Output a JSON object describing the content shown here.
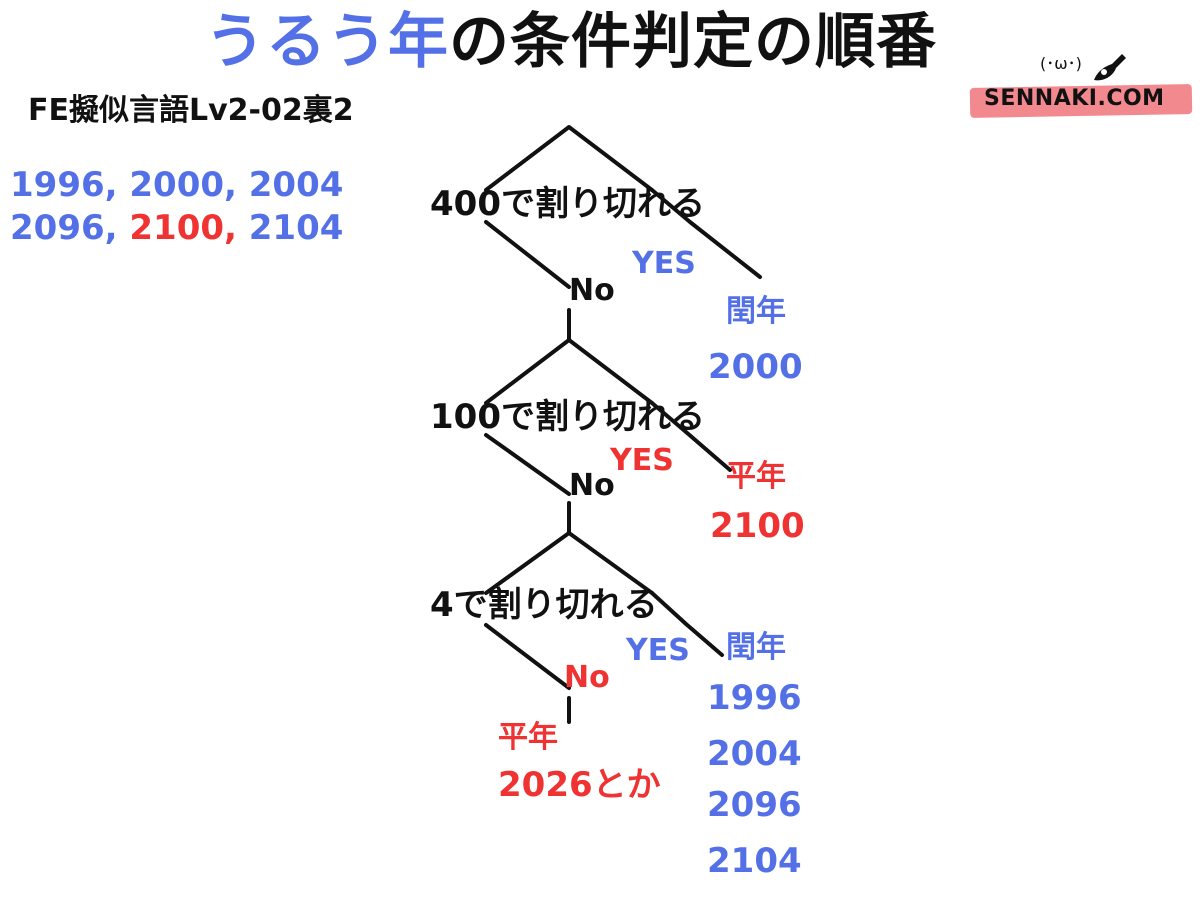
{
  "title": {
    "highlight": "うるう年",
    "rest": "の条件判定の順番"
  },
  "subtitle": "FE擬似言語Lv2-02裏2",
  "examples": {
    "line1": "1996, 2000, 2004",
    "line2_a": "2096, ",
    "line2_b": "2100,",
    "line2_c": " 2104"
  },
  "logo": {
    "text": "SENNAKI.COM",
    "face": "(･ω･)"
  },
  "flow": {
    "step1": {
      "condition": "400で割り切れる",
      "yes": "YES",
      "no": "No",
      "result": "閏年",
      "result_value": "2000"
    },
    "step2": {
      "condition": "100で割り切れる",
      "yes": "YES",
      "no": "No",
      "result": "平年",
      "result_value": "2100"
    },
    "step3": {
      "condition": "4で割り切れる",
      "yes": "YES",
      "no": "No",
      "result": "閏年",
      "result_values": [
        "1996",
        "2004",
        "2096",
        "2104"
      ],
      "no_result": "平年",
      "no_result_value": "2026とか"
    }
  },
  "colors": {
    "blue": "#5470e6",
    "red": "#ef3333",
    "black": "#111111",
    "logo_band": "#f2898f"
  }
}
